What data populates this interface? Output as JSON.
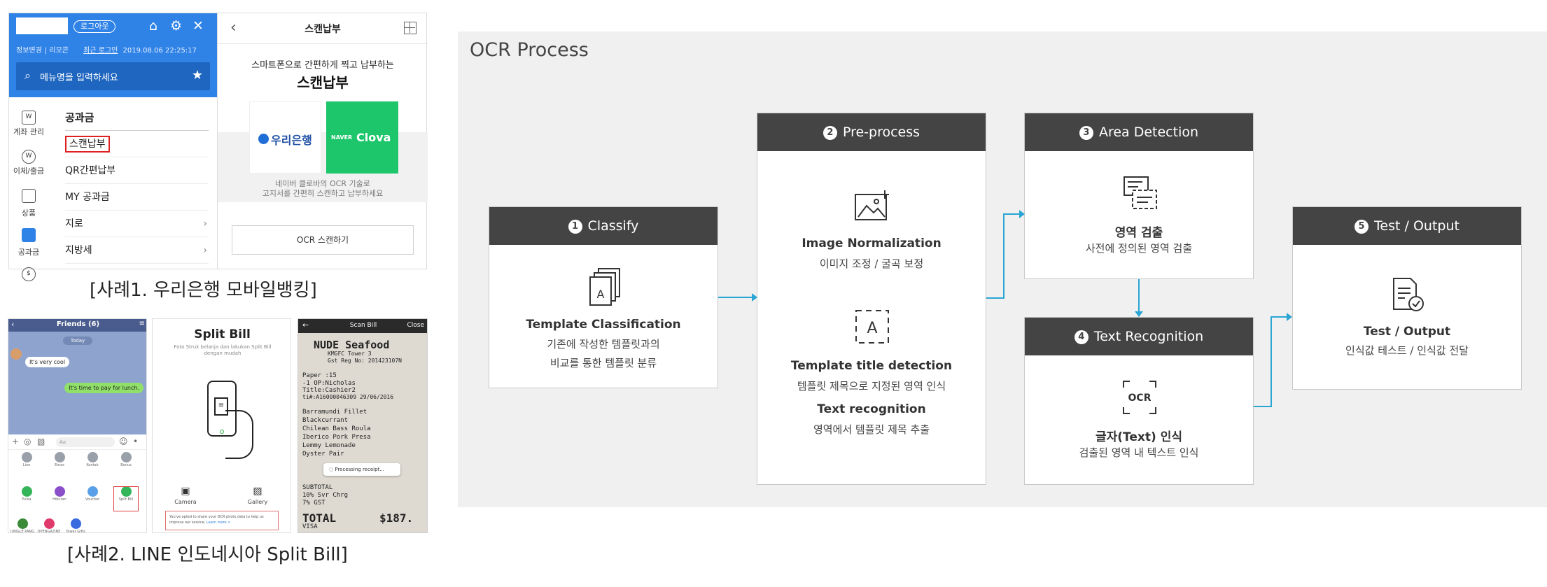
{
  "case1": {
    "logout": "로그아웃",
    "info_links": [
      "정보변경",
      "리모콘",
      "최근 로그인",
      "2019.08.06 22:25:17"
    ],
    "search_placeholder": "메뉴명을 입력하세요",
    "rail": [
      {
        "icon": "account-icon",
        "glyph": "W",
        "label": "계좌 관리"
      },
      {
        "icon": "transfer-icon",
        "glyph": "W",
        "label": "이체/출금"
      },
      {
        "icon": "product-icon",
        "glyph": "",
        "label": "상품"
      },
      {
        "icon": "bill-icon",
        "glyph": "",
        "label": "공과금"
      },
      {
        "icon": "won-icon",
        "glyph": "$",
        "label": ""
      }
    ],
    "menu_heading": "공과금",
    "menu_items": [
      {
        "label": "스캔납부",
        "highlighted": true,
        "chevron": false
      },
      {
        "label": "QR간편납부",
        "highlighted": false,
        "chevron": false
      },
      {
        "label": "MY 공과금",
        "highlighted": false,
        "chevron": false
      },
      {
        "label": "지로",
        "highlighted": false,
        "chevron": true
      },
      {
        "label": "지방세",
        "highlighted": false,
        "chevron": true
      }
    ],
    "right_title": "스캔납부",
    "right_sub": "스마트폰으로 간편하게 찍고 납부하는",
    "right_big": "스캔납부",
    "woori_logo": "우리은행",
    "naver_label": "NAVER",
    "clova_label": "Clova",
    "desc_line1": "네이버 클로바의 OCR 기술로",
    "desc_line2": "고지서를 간편히 스캔하고 납부하세요",
    "button": "OCR 스캔하기",
    "caption": "[사례1. 우리은행 모바일뱅킹]"
  },
  "case2": {
    "chat": {
      "title": "Friends (6)",
      "day": "Today",
      "msg_in": "It's very cool",
      "msg_out": "It's time to pay for lunch.",
      "input_placeholder": "Aa",
      "apps": [
        {
          "label": "Line",
          "color": "#9aa0aa"
        },
        {
          "label": "Emas",
          "color": "#9aa0aa"
        },
        {
          "label": "Kontak",
          "color": "#9aa0aa"
        },
        {
          "label": "Bonus",
          "color": "#9aa0aa"
        },
        {
          "label": "Pulsa",
          "color": "#34b55a"
        },
        {
          "label": "Hiburan",
          "color": "#8a4fc9"
        },
        {
          "label": "Voucher",
          "color": "#5aa0e8"
        },
        {
          "label": "Split Bill",
          "color": "#34b55a"
        },
        {
          "label": "JUNGLE PANG",
          "color": "#3a8a3a"
        },
        {
          "label": "OPENGAZINE",
          "color": "#e03a6a"
        },
        {
          "label": "Tower Gifts",
          "color": "#3a6ae0"
        }
      ]
    },
    "split": {
      "title": "Split Bill",
      "subtitle": "Foto Struk belanja dan lakukan Split Bill dengan mudah",
      "camera": "Camera",
      "gallery": "Gallery",
      "note": "You've opted to share your OCR photo data to help us improve our service.",
      "learn_more": "Learn more >"
    },
    "scan": {
      "title": "Scan Bill",
      "close": "Close",
      "receipt_lines": [
        "NUDE Seafood",
        "KMGFC Tower 3",
        "Gst Reg No: 201423107N",
        "Paper :15",
        "-1   OP:Nicholas",
        "Title:Cashier2",
        "ti#:A16000046309  29/06/2016",
        "Barramundi Fillet",
        "Blackcurrant",
        "Chilean Bass Roula",
        "Iberico Pork Presa",
        "Lemmy Lemonade",
        "Oyster Pair",
        "SUBTOTAL",
        "10% Svr Chrg",
        "7% GST",
        "TOTAL",
        "VISA",
        "$187."
      ],
      "processing": "Processing receipt..."
    },
    "caption": "[사례2. LINE  인도네시아 Split Bill]"
  },
  "ocr": {
    "title": "OCR Process",
    "stages": [
      {
        "num": "1",
        "title": "Classify",
        "icon": "document-stack-icon",
        "glyph": "A",
        "bold": "Template Classification",
        "lines": [
          "기존에 작성한 템플릿과의",
          "비교를 통한 템플릿 분류"
        ]
      },
      {
        "num": "2",
        "title": "Pre-process",
        "icon": "image-normalize-icon",
        "glyph": "",
        "bold": "Image Normalization",
        "lines": [
          "이미지 조정 / 굴곡 보정"
        ],
        "icon2": "title-detect-icon",
        "glyph2": "A",
        "bold2": "Template title detection",
        "lines2": [
          "템플릿 제목으로 지정된 영역 인식"
        ],
        "bold3": "Text recognition",
        "lines3": [
          "영역에서 템플릿 제목 추출"
        ]
      },
      {
        "num": "3",
        "title": "Area Detection",
        "icon": "area-detect-icon",
        "glyph": "",
        "bold": "영역 검출",
        "lines": [
          "사전에 정의된 영역 검출"
        ]
      },
      {
        "num": "4",
        "title": "Text Recognition",
        "icon": "ocr-icon",
        "glyph": "OCR",
        "bold": "글자(Text) 인식",
        "lines": [
          "검출된 영역 내 텍스트 인식"
        ]
      },
      {
        "num": "5",
        "title": "Test / Output",
        "icon": "test-output-icon",
        "glyph": "",
        "bold": "Test / Output",
        "lines": [
          "인식값 테스트 / 인식값 전달"
        ]
      }
    ],
    "arrow_color": "#2aa5d4",
    "header_color": "#444444"
  }
}
